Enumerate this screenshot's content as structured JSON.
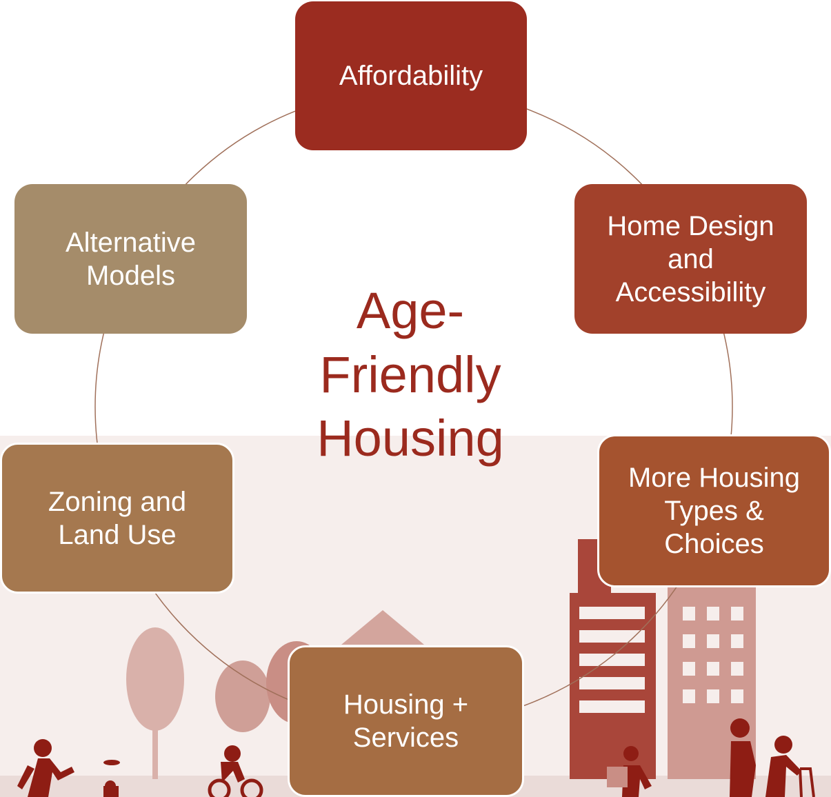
{
  "diagram": {
    "center_title": "Age-\nFriendly\nHousing",
    "nodes": [
      {
        "id": "affordability",
        "label": "Affordability",
        "color": "#9b2c20"
      },
      {
        "id": "home-design",
        "label": "Home Design\nand\nAccessibility",
        "color": "#a2412b"
      },
      {
        "id": "more-housing",
        "label": "More Housing\nTypes &\nChoices",
        "color": "#a5532f"
      },
      {
        "id": "housing-services",
        "label": "Housing +\nServices",
        "color": "#a56d43"
      },
      {
        "id": "zoning",
        "label": "Zoning and\nLand Use",
        "color": "#a5784f"
      },
      {
        "id": "alternative-models",
        "label": "Alternative\nModels",
        "color": "#a58c6a"
      }
    ]
  },
  "colors": {
    "title": "#9b2a1e",
    "ring": "#a0705a",
    "background_panel": "#f6eeec",
    "illustration_dark": "#8e1d14",
    "illustration_mid": "#b5746a",
    "illustration_light": "#d9b1aa"
  }
}
